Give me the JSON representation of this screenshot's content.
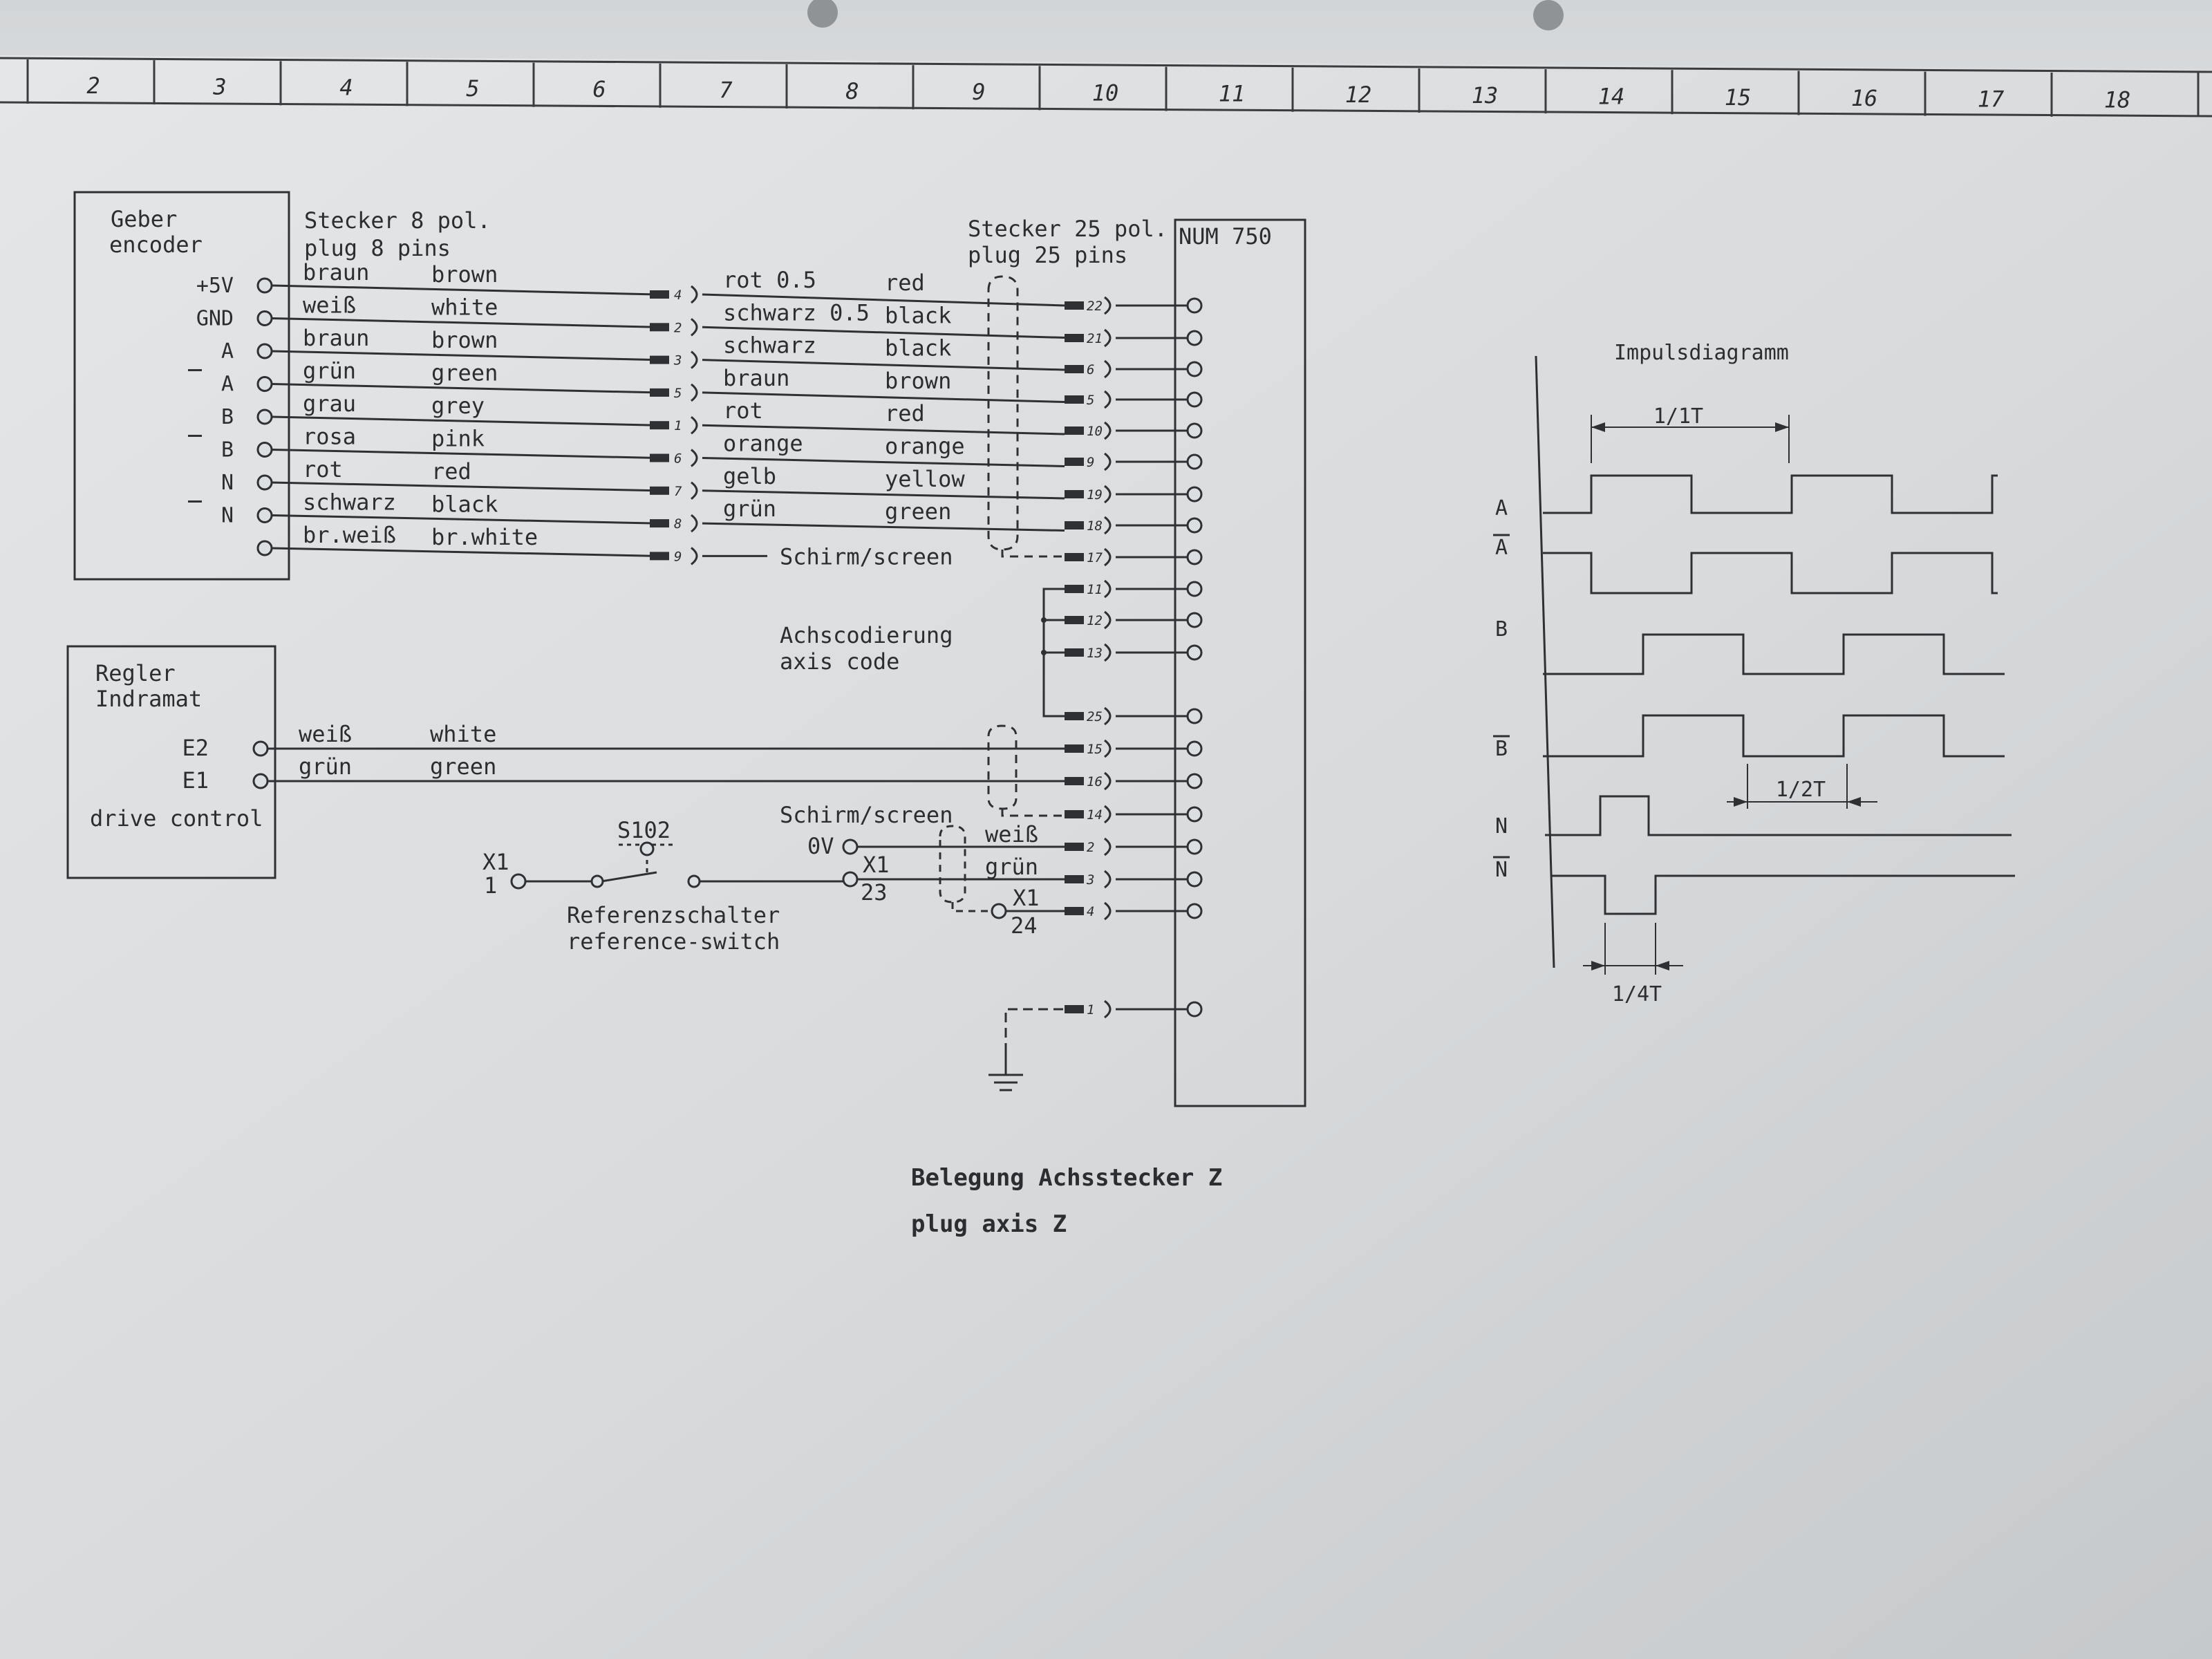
{
  "ruler": [
    "2",
    "3",
    "4",
    "5",
    "6",
    "7",
    "8",
    "9",
    "10",
    "11",
    "12",
    "13",
    "14",
    "15",
    "16",
    "17",
    "18"
  ],
  "encoder": {
    "title_de": "Geber",
    "title_en": "encoder",
    "terminals": [
      "+5V",
      "GND",
      "A",
      "A",
      "B",
      "B",
      "N",
      "N",
      ""
    ]
  },
  "connectors": {
    "plug8_de": "Stecker 8 pol.",
    "plug8_en": "plug 8 pins",
    "plug25_de": "Stecker 25 pol.",
    "plug25_en": "plug 25 pins",
    "num": "NUM 750"
  },
  "encoder_wires": [
    {
      "de": "braun",
      "en": "brown",
      "pin8": "4",
      "r_de": "rot 0.5",
      "r_en": "red",
      "pin25": "22"
    },
    {
      "de": "weiß",
      "en": "white",
      "pin8": "2",
      "r_de": "schwarz 0.5",
      "r_en": "black",
      "pin25": "21"
    },
    {
      "de": "braun",
      "en": "brown",
      "pin8": "3",
      "r_de": "schwarz",
      "r_en": "black",
      "pin25": "6"
    },
    {
      "de": "grün",
      "en": "green",
      "pin8": "5",
      "r_de": "braun",
      "r_en": "brown",
      "pin25": "5"
    },
    {
      "de": "grau",
      "en": "grey",
      "pin8": "1",
      "r_de": "rot",
      "r_en": "red",
      "pin25": "10"
    },
    {
      "de": "rosa",
      "en": "pink",
      "pin8": "6",
      "r_de": "orange",
      "r_en": "orange",
      "pin25": "9"
    },
    {
      "de": "rot",
      "en": "red",
      "pin8": "7",
      "r_de": "gelb",
      "r_en": "yellow",
      "pin25": "19"
    },
    {
      "de": "schwarz",
      "en": "black",
      "pin8": "8",
      "r_de": "grün",
      "r_en": "green",
      "pin25": "18"
    },
    {
      "de": "br.weiß",
      "en": "br.white",
      "pin8": "9",
      "r_de": "Schirm/screen",
      "r_en": "",
      "pin25": "17"
    }
  ],
  "axis_code": {
    "de": "Achscodierung",
    "en": "axis code",
    "pins": [
      "11",
      "12",
      "13",
      "25"
    ]
  },
  "regler": {
    "title_de": "Regler",
    "title_en": "Indramat",
    "sub": "drive control",
    "terminals": [
      {
        "name": "E2",
        "de": "weiß",
        "en": "white",
        "pin25": "15"
      },
      {
        "name": "E1",
        "de": "grün",
        "en": "green",
        "pin25": "16"
      }
    ]
  },
  "reference": {
    "screen": "Schirm/screen",
    "screen_pin": "14",
    "ov": "0V",
    "x1_1": "X1",
    "x1_1n": "1",
    "switch": "S102",
    "x1_23": "X1",
    "x1_23n": "23",
    "weiss": "weiß",
    "gruen": "grün",
    "x1_24": "X1",
    "x1_24n": "24",
    "pins": [
      "2",
      "3",
      "4"
    ],
    "label_de": "Referenzschalter",
    "label_en": "reference-switch"
  },
  "ground_pin": "1",
  "caption": {
    "line1": "Belegung Achsstecker Z",
    "line2": "plug axis Z"
  },
  "pulse": {
    "title": "Impulsdiagramm",
    "signals": [
      "A",
      "A",
      "B",
      "B",
      "N",
      "N"
    ],
    "dims": [
      "1/1T",
      "1/2T",
      "1/4T"
    ]
  }
}
